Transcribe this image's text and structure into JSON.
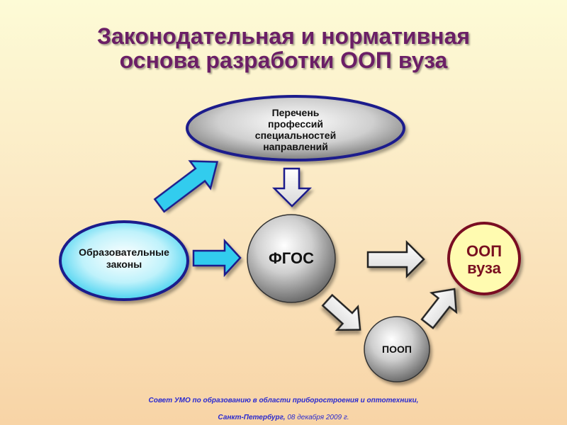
{
  "title": {
    "line1": "Законодательная и нормативная",
    "line2": "основа разработки ООП вуза"
  },
  "nodes": {
    "perechen": [
      "Перечень",
      "профессий",
      "специальностей",
      "направлений"
    ],
    "obrazovatelnye": [
      "Образовательные",
      "законы"
    ],
    "fgos": "ФГОС",
    "oop": [
      "ООП",
      "вуза"
    ],
    "poop": "ПООП"
  },
  "footer": {
    "line1": "Совет УМО по образованию в области приборостроения и оптотехники,",
    "city": "Санкт-Петербург,",
    "date": " 08 декабря 2009 г."
  },
  "colors": {
    "title": "#6b1f66",
    "ellipse_stroke": "#1a1a8c",
    "cyan": "#33ccee",
    "oop_stroke": "#7a1020",
    "oop_fill": "#fffbb0",
    "footer": "#2a2ad0"
  }
}
